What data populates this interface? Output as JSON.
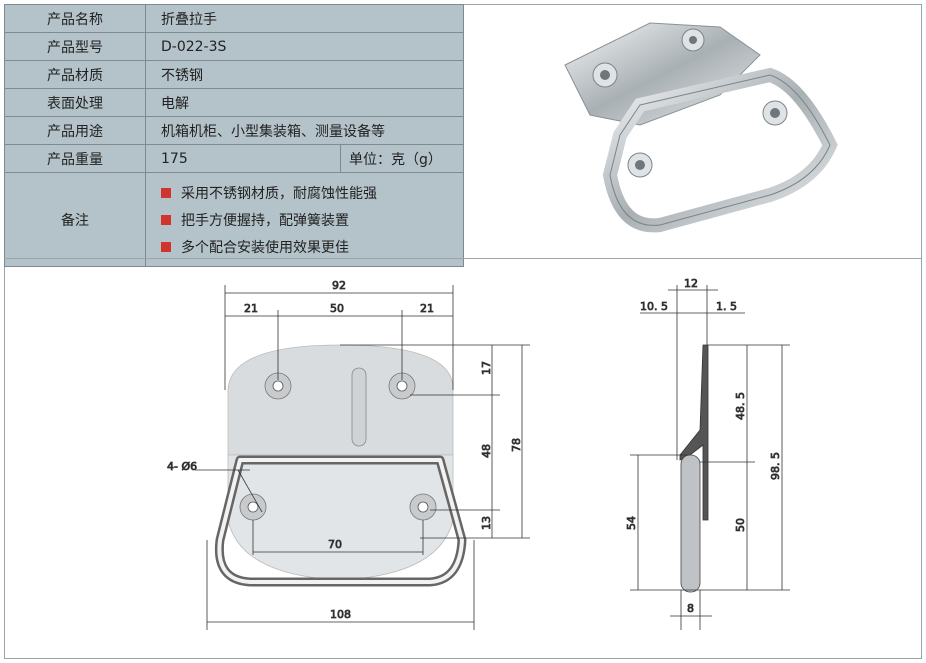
{
  "spec": {
    "rows": [
      {
        "label": "产品名称",
        "value": "折叠拉手"
      },
      {
        "label": "产品型号",
        "value": "D-022-3S"
      },
      {
        "label": "产品材质",
        "value": "不锈钢"
      },
      {
        "label": "表面处理",
        "value": "电解"
      },
      {
        "label": "产品用途",
        "value": "机箱机柜、小型集装箱、测量设备等"
      }
    ],
    "weight": {
      "label": "产品重量",
      "value": "175",
      "unit": "单位：克（g）"
    },
    "notes": {
      "label": "备注",
      "items": [
        "采用不锈钢材质，耐腐蚀性能强",
        "把手方便握持，配弹簧装置",
        "多个配合安装使用效果更佳"
      ]
    },
    "bullet_color": "#d0342c"
  },
  "front": {
    "d92": "92",
    "d21a": "21",
    "d50": "50",
    "d21b": "21",
    "d17": "17",
    "d48": "48",
    "d13": "13",
    "d78": "78",
    "d70": "70",
    "d108": "108",
    "hole": "4- Ø6"
  },
  "side": {
    "d12": "12",
    "d10_5": "10. 5",
    "d1_5": "1. 5",
    "d48_5": "48. 5",
    "d50": "50",
    "d98_5": "98. 5",
    "d54": "54",
    "d8": "8"
  }
}
